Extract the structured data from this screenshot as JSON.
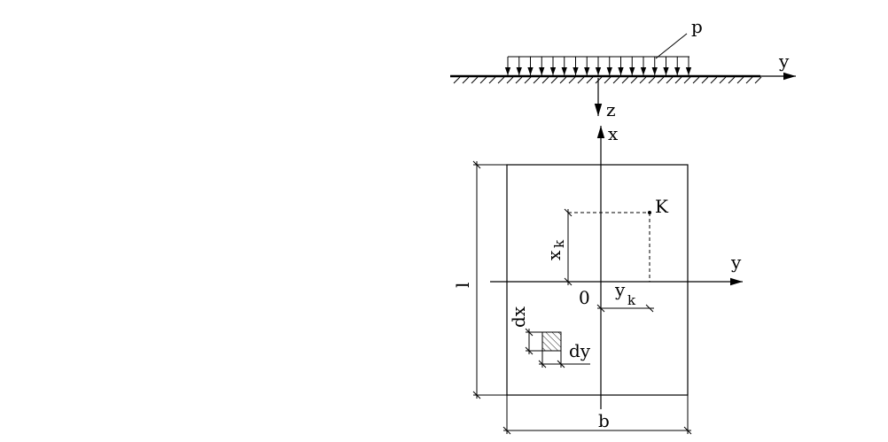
{
  "labels": {
    "load": "p",
    "y_top": "y",
    "z_axis": "z",
    "x_axis": "x",
    "y_plan": "y",
    "point_k": "K",
    "origin": "0",
    "length": "l",
    "width": "b",
    "x_coord": "x",
    "x_coord_sub": "k",
    "y_coord": "y",
    "y_coord_sub": "k",
    "dx": "dx",
    "dy": "dy"
  },
  "load_arrow_count": 17
}
